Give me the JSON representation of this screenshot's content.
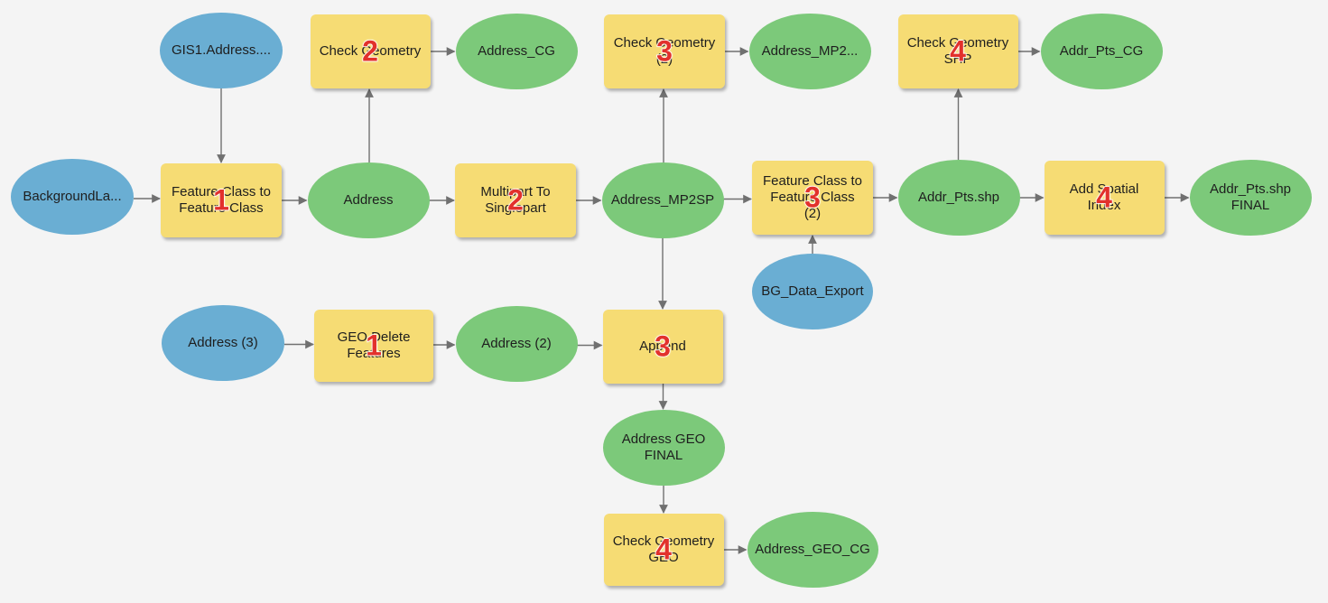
{
  "diagram": {
    "colors": {
      "input_data": "#6aaed3",
      "output_data": "#7cc97a",
      "tool": "#f6dc74",
      "edge": "#707070",
      "step_badge": "#e2312c"
    },
    "nodes": [
      {
        "id": "gis1",
        "label": "GIS1.Address....",
        "kind": "input",
        "name": "gis1-address-input"
      },
      {
        "id": "bg_la",
        "label": "BackgroundLa...",
        "kind": "input",
        "name": "backgroundla-input"
      },
      {
        "id": "addr3",
        "label": "Address (3)",
        "kind": "input",
        "name": "address-3-input"
      },
      {
        "id": "bg_export",
        "label": "BG_Data_Export",
        "kind": "input",
        "name": "bg-data-export-input"
      },
      {
        "id": "fc1",
        "label": "Feature Class to\nFeature Class",
        "kind": "tool",
        "step": "1",
        "name": "feature-class-to-feature-class-tool"
      },
      {
        "id": "geo_del",
        "label": "GEO Delete\nFeatures",
        "kind": "tool",
        "step": "1",
        "name": "geo-delete-features-tool"
      },
      {
        "id": "cg1",
        "label": "Check Geometry",
        "kind": "tool",
        "step": "2",
        "name": "check-geometry-tool"
      },
      {
        "id": "mp2sp",
        "label": "Multipart To\nSinglepart",
        "kind": "tool",
        "step": "2",
        "name": "multipart-to-singlepart-tool"
      },
      {
        "id": "cg2",
        "label": "Check Geometry\n(2)",
        "kind": "tool",
        "step": "3",
        "name": "check-geometry-2-tool"
      },
      {
        "id": "fc2",
        "label": "Feature Class to\nFeature Class\n(2)",
        "kind": "tool",
        "step": "3",
        "name": "feature-class-to-feature-class-2-tool"
      },
      {
        "id": "append",
        "label": "Append",
        "kind": "tool",
        "step": "3",
        "name": "append-tool"
      },
      {
        "id": "cg_shp",
        "label": "Check Geometry\nSHP",
        "kind": "tool",
        "step": "4",
        "name": "check-geometry-shp-tool"
      },
      {
        "id": "spatial_idx",
        "label": "Add Spatial\nIndex",
        "kind": "tool",
        "step": "4",
        "name": "add-spatial-index-tool"
      },
      {
        "id": "cg_geo",
        "label": "Check Geometry\nGEO",
        "kind": "tool",
        "step": "4",
        "name": "check-geometry-geo-tool"
      },
      {
        "id": "address",
        "label": "Address",
        "kind": "output",
        "name": "address-output"
      },
      {
        "id": "address_cg",
        "label": "Address_CG",
        "kind": "output",
        "name": "address-cg-output"
      },
      {
        "id": "mp2sp_out",
        "label": "Address_MP2SP",
        "kind": "output",
        "name": "address-mp2sp-output"
      },
      {
        "id": "mp2_cg",
        "label": "Address_MP2...",
        "kind": "output",
        "name": "address-mp2-cg-output"
      },
      {
        "id": "addr2",
        "label": "Address (2)",
        "kind": "output",
        "name": "address-2-output"
      },
      {
        "id": "addr_geo_final",
        "label": "Address GEO\nFINAL",
        "kind": "output",
        "name": "address-geo-final-output"
      },
      {
        "id": "addr_geo_cg",
        "label": "Address_GEO_CG",
        "kind": "output",
        "name": "address-geo-cg-output"
      },
      {
        "id": "addr_pts",
        "label": "Addr_Pts.shp",
        "kind": "output",
        "name": "addr-pts-shp-output"
      },
      {
        "id": "addr_pts_cg",
        "label": "Addr_Pts_CG",
        "kind": "output",
        "name": "addr-pts-cg-output"
      },
      {
        "id": "addr_pts_final",
        "label": "Addr_Pts.shp\nFINAL",
        "kind": "output",
        "name": "addr-pts-shp-final-output"
      }
    ],
    "edges": [
      [
        "bg_la",
        "fc1"
      ],
      [
        "gis1",
        "fc1"
      ],
      [
        "fc1",
        "address"
      ],
      [
        "address",
        "cg1"
      ],
      [
        "cg1",
        "address_cg"
      ],
      [
        "address",
        "mp2sp"
      ],
      [
        "mp2sp",
        "mp2sp_out"
      ],
      [
        "mp2sp_out",
        "cg2"
      ],
      [
        "cg2",
        "mp2_cg"
      ],
      [
        "mp2sp_out",
        "fc2"
      ],
      [
        "bg_export",
        "fc2"
      ],
      [
        "fc2",
        "addr_pts"
      ],
      [
        "addr_pts",
        "cg_shp"
      ],
      [
        "cg_shp",
        "addr_pts_cg"
      ],
      [
        "addr_pts",
        "spatial_idx"
      ],
      [
        "spatial_idx",
        "addr_pts_final"
      ],
      [
        "mp2sp_out",
        "append"
      ],
      [
        "addr3",
        "geo_del"
      ],
      [
        "geo_del",
        "addr2"
      ],
      [
        "addr2",
        "append"
      ],
      [
        "append",
        "addr_geo_final"
      ],
      [
        "addr_geo_final",
        "cg_geo"
      ],
      [
        "cg_geo",
        "addr_geo_cg"
      ]
    ]
  }
}
